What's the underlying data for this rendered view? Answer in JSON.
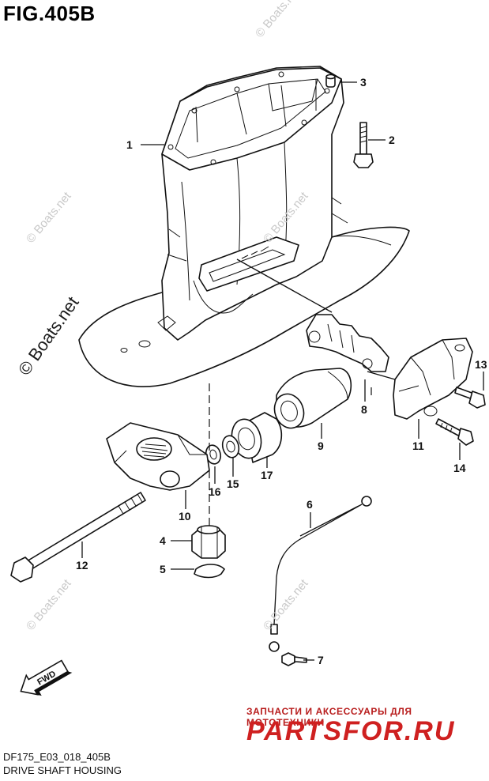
{
  "figure": {
    "title": "FIG.405B",
    "code": "DF175_E03_018_405B",
    "name": "DRIVE SHAFT HOUSING"
  },
  "parts": [
    {
      "ref": "1"
    },
    {
      "ref": "2"
    },
    {
      "ref": "3"
    },
    {
      "ref": "4"
    },
    {
      "ref": "5"
    },
    {
      "ref": "6"
    },
    {
      "ref": "7"
    },
    {
      "ref": "8"
    },
    {
      "ref": "9"
    },
    {
      "ref": "10"
    },
    {
      "ref": "11"
    },
    {
      "ref": "12"
    },
    {
      "ref": "13"
    },
    {
      "ref": "14"
    },
    {
      "ref": "15"
    },
    {
      "ref": "16"
    },
    {
      "ref": "17"
    }
  ],
  "fwd_arrow": {
    "label": "FWD"
  },
  "watermarks": {
    "boats_main": "© Boats.net",
    "boats_faint": "© Boats.net",
    "ru_caption": "ЗАПЧАСТИ И АКСЕССУАРЫ ДЛЯ МОТОТЕХНИКИ",
    "ru_logo": "PARTSFOR.RU"
  },
  "colors": {
    "line": "#111111",
    "watermark_red": "#cf2020",
    "background": "#ffffff"
  }
}
